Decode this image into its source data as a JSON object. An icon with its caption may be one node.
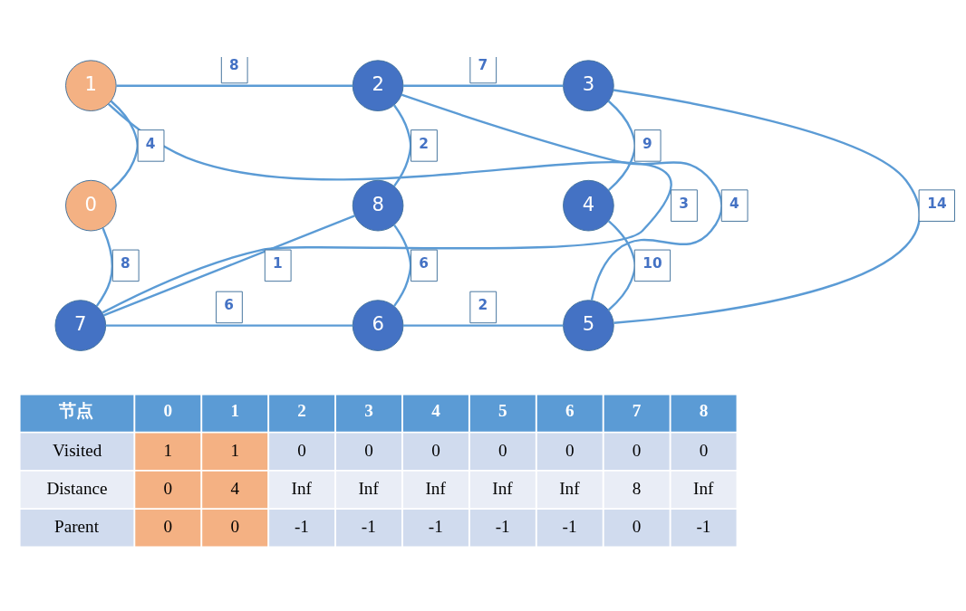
{
  "diagram": {
    "nodes": [
      {
        "text": [
          "1"
        ]
      },
      {
        "text": [
          "2"
        ]
      },
      {
        "text": [
          "3"
        ]
      },
      {
        "text": [
          "0"
        ]
      },
      {
        "text": [
          "8"
        ]
      },
      {
        "text": [
          "4"
        ]
      },
      {
        "text": [
          "7"
        ]
      },
      {
        "text": [
          "6"
        ]
      },
      {
        "text": [
          "5"
        ]
      }
    ],
    "edges": [
      {
        "from": 0,
        "to": 1,
        "arrow": "none",
        "label": "8"
      },
      {
        "from": 1,
        "to": 2,
        "arrow": "none",
        "label": "7"
      },
      {
        "from": 3,
        "to": 0,
        "arrow": "none",
        "label": "4"
      },
      {
        "from": 0,
        "to": 6,
        "arrow": "none",
        "label": "3"
      },
      {
        "from": 1,
        "to": 4,
        "arrow": "none",
        "label": "2"
      },
      {
        "from": 2,
        "to": 5,
        "arrow": "none",
        "label": "9"
      },
      {
        "from": 2,
        "to": 8,
        "arrow": "none",
        "label": "14"
      },
      {
        "from": 3,
        "to": 6,
        "arrow": "none",
        "label": "8"
      },
      {
        "from": 4,
        "to": 6,
        "arrow": "none",
        "label": "1"
      },
      {
        "from": 1,
        "to": 8,
        "arrow": "none",
        "label": "4"
      },
      {
        "from": 4,
        "to": 7,
        "arrow": "none",
        "label": "6"
      },
      {
        "from": 5,
        "to": 8,
        "arrow": "none",
        "label": "10"
      },
      {
        "from": 6,
        "to": 7,
        "arrow": "none",
        "label": "6"
      },
      {
        "from": 7,
        "to": 8,
        "arrow": "none",
        "label": "2"
      }
    ],
    "labels": [
      "节点",
      "0",
      "1",
      "2",
      "3",
      "4",
      "5",
      "6",
      "7",
      "8",
      "Visited",
      "1",
      "1",
      "0",
      "0",
      "0",
      "0",
      "0",
      "0",
      "0",
      "Distance",
      "0",
      "4",
      "Inf",
      "Inf",
      "Inf",
      "Inf",
      "Inf",
      "8",
      "Inf",
      "Parent",
      "0",
      "0",
      "-1",
      "-1",
      "-1",
      "-1",
      "-1",
      "0",
      "-1"
    ]
  }
}
